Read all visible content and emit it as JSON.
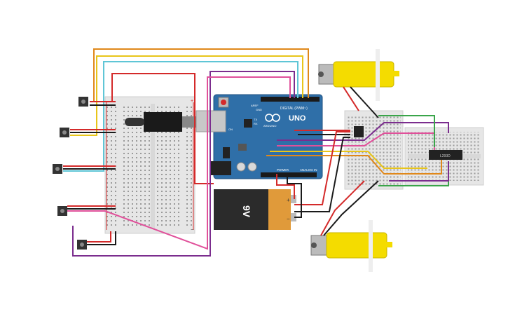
{
  "arduino": {
    "brand": "UNO",
    "logo_text": "ARDUINO",
    "digital_header": "DIGITAL (PWM~)",
    "analog_header": "ANALOG IN",
    "power_header": "POWER",
    "aref": "AREF",
    "gnd": "GND",
    "tx": "TX",
    "rx": "RX",
    "on": "ON"
  },
  "battery": {
    "label": "9V",
    "plus": "+",
    "minus": "−"
  },
  "motor_driver": {
    "label": "L293D"
  },
  "breadboard": {
    "plus": "+",
    "minus": "−"
  },
  "colors": {
    "red": "#d42a2a",
    "black": "#1a1a1a",
    "orange": "#e0881a",
    "yellow": "#e8c51a",
    "cyan": "#5fc6d6",
    "purple": "#7b2d8e",
    "pink": "#e0509a",
    "green": "#3aa54a",
    "board_blue": "#2f6fa8",
    "motor_yellow": "#f4dc00"
  }
}
